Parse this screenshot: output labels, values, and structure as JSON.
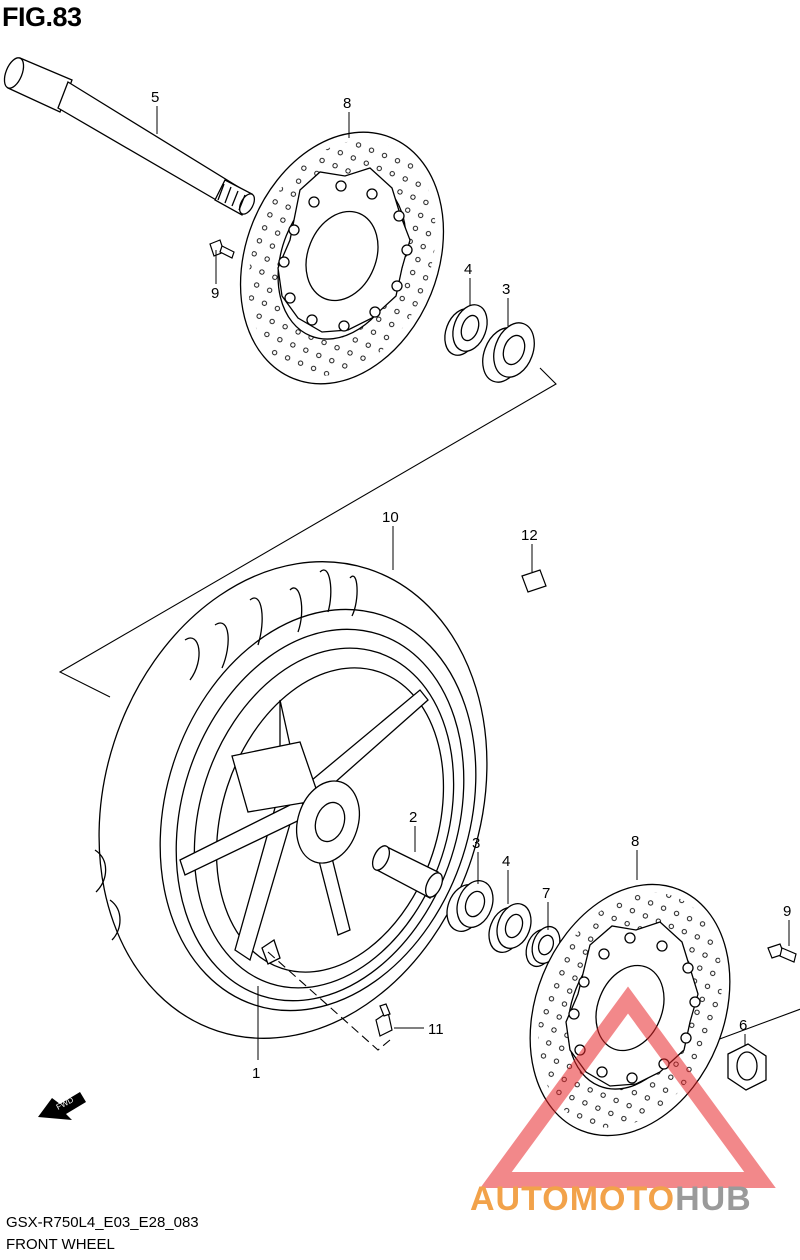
{
  "figure": {
    "title": "FIG.83",
    "model_code": "GSX-R750L4_E03_E28_083",
    "section": "FRONT WHEEL"
  },
  "callouts": {
    "c1": "1",
    "c2": "2",
    "c3a": "3",
    "c3b": "3",
    "c4a": "4",
    "c4b": "4",
    "c5": "5",
    "c6": "6",
    "c7": "7",
    "c8a": "8",
    "c8b": "8",
    "c9a": "9",
    "c9b": "9",
    "c10": "10",
    "c11": "11",
    "c12": "12"
  },
  "fwd_arrow": {
    "label": "FWD",
    "icon": "fwd-arrow-icon"
  },
  "watermark": {
    "part_a": "AUTOMOTO",
    "part_b": "HUB",
    "color_a": "#f2a24a",
    "color_b": "#9a9a9a",
    "triangle_color": "#e8262a"
  }
}
